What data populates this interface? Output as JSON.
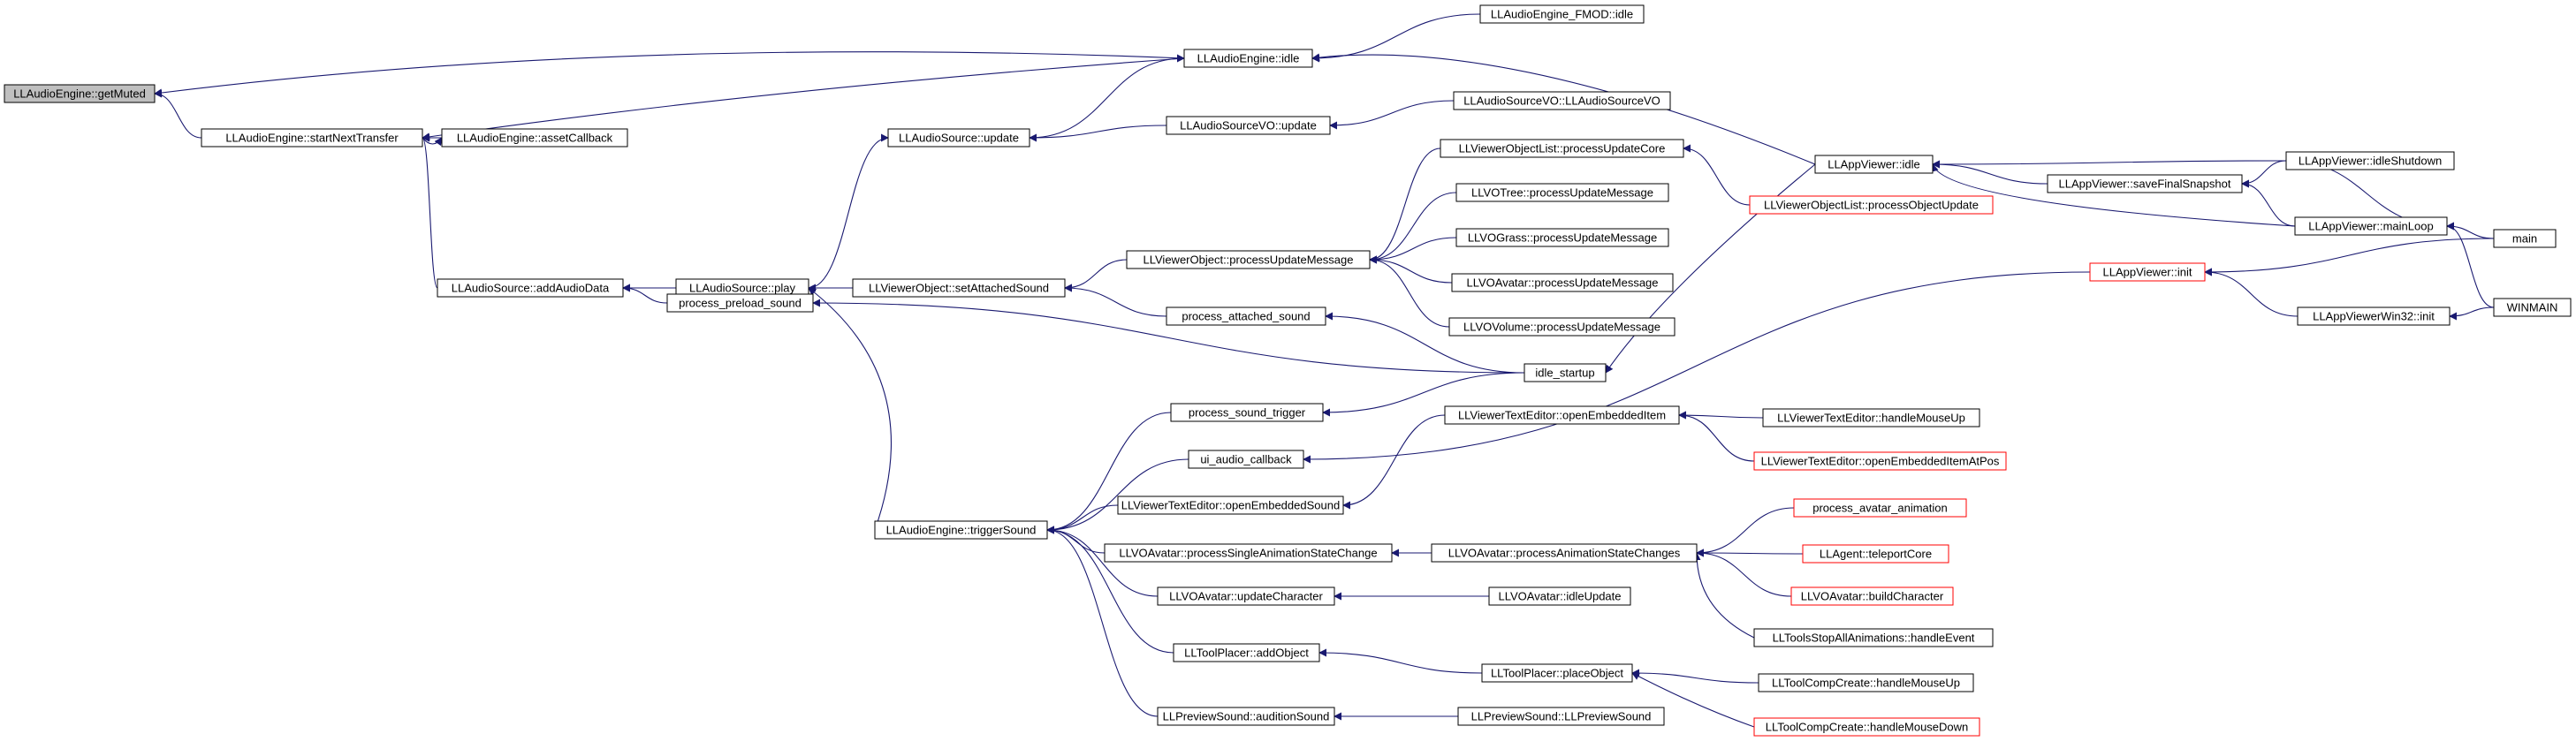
{
  "title": "",
  "colors": {
    "edge": "#191970",
    "root_fill": "#bfbfbf",
    "external_border": "#ff0000",
    "node_border": "#000000"
  },
  "nodes": {
    "getMuted": "LLAudioEngine::getMuted",
    "startNextTransfer": "LLAudioEngine::startNextTransfer",
    "assetCallback": "LLAudioEngine::assetCallback",
    "engineIdle": "LLAudioEngine::idle",
    "fmodIdle": "LLAudioEngine_FMOD::idle",
    "sourceUpdate": "LLAudioSource::update",
    "sourceVOUpdate": "LLAudioSourceVO::update",
    "sourceVOCtor": "LLAudioSourceVO::LLAudioSourceVO",
    "addAudioData": "LLAudioSource::addAudioData",
    "sourcePlay": "LLAudioSource::play",
    "setAttachedSound": "LLViewerObject::setAttachedSound",
    "processPreloadSound": "process_preload_sound",
    "objProcessUpdateMessage": "LLViewerObject::processUpdateMessage",
    "processAttachedSound": "process_attached_sound",
    "objListProcessUpdateCore": "LLViewerObjectList::processUpdateCore",
    "objListProcessObjectUpdate": "LLViewerObjectList::processObjectUpdate",
    "voTree": "LLVOTree::processUpdateMessage",
    "voGrass": "LLVOGrass::processUpdateMessage",
    "voAvatarPUM": "LLVOAvatar::processUpdateMessage",
    "voVolume": "LLVOVolume::processUpdateMessage",
    "idleStartup": "idle_startup",
    "appViewerIdle": "LLAppViewer::idle",
    "saveFinalSnapshot": "LLAppViewer::saveFinalSnapshot",
    "idleShutdown": "LLAppViewer::idleShutdown",
    "mainLoop": "LLAppViewer::mainLoop",
    "main": "main",
    "winmain": "WINMAIN",
    "appViewerInit": "LLAppViewer::init",
    "win32Init": "LLAppViewerWin32::init",
    "processSoundTrigger": "process_sound_trigger",
    "uiAudioCallback": "ui_audio_callback",
    "triggerSound": "LLAudioEngine::triggerSound",
    "textEditorOpenEmbeddedSound": "LLViewerTextEditor::openEmbeddedSound",
    "textEditorOpenEmbeddedItem": "LLViewerTextEditor::openEmbeddedItem",
    "textEditorHandleMouseUp": "LLViewerTextEditor::handleMouseUp",
    "textEditorOpenEmbeddedItemAtPos": "LLViewerTextEditor::openEmbeddedItemAtPos",
    "processSingleAnimState": "LLVOAvatar::processSingleAnimationStateChange",
    "processAnimStateChanges": "LLVOAvatar::processAnimationStateChanges",
    "processAvatarAnimation": "process_avatar_animation",
    "agentTeleportCore": "LLAgent::teleportCore",
    "avatarBuildCharacter": "LLVOAvatar::buildCharacter",
    "toolsStopAllAnimations": "LLToolsStopAllAnimations::handleEvent",
    "avatarUpdateCharacter": "LLVOAvatar::updateCharacter",
    "avatarIdleUpdate": "LLVOAvatar::idleUpdate",
    "toolPlacerAddObject": "LLToolPlacer::addObject",
    "toolPlacerPlaceObject": "LLToolPlacer::placeObject",
    "toolCompCreateMouseUp": "LLToolCompCreate::handleMouseUp",
    "toolCompCreateMouseDown": "LLToolCompCreate::handleMouseDown",
    "previewSoundAudition": "LLPreviewSound::auditionSound",
    "previewSoundCtor": "LLPreviewSound::LLPreviewSound"
  }
}
